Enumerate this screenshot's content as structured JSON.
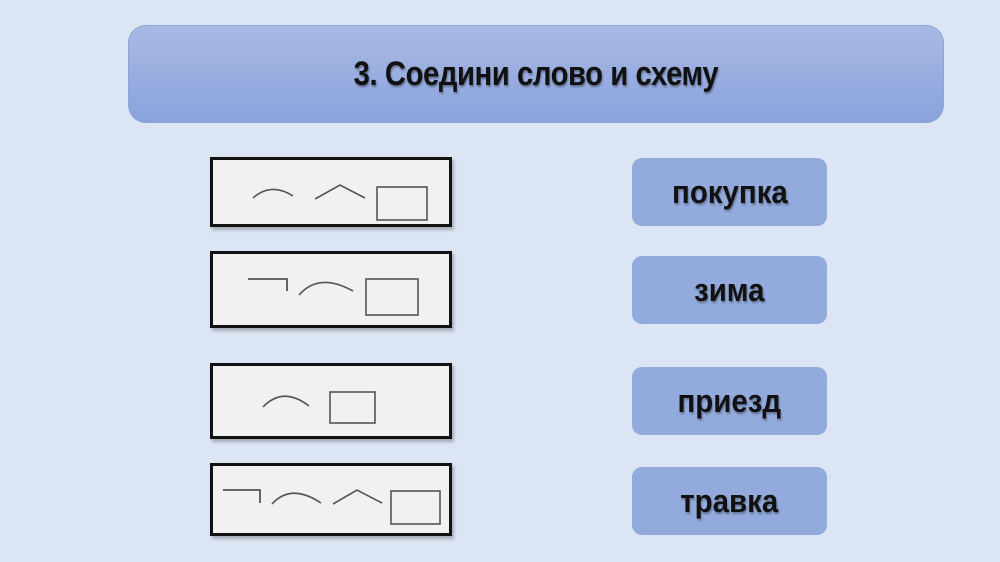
{
  "slide": {
    "title": "3. Соедини слово и схему",
    "colors": {
      "background": "#dce5f4",
      "title_box": "#98ade0",
      "word_button": "#92abdc",
      "schema_fill": "#f1f1f1",
      "schema_border": "#111111"
    }
  },
  "schemas": [
    {
      "id": 1,
      "parts": [
        "root-arc",
        "root-arc",
        "ending-box"
      ]
    },
    {
      "id": 2,
      "parts": [
        "prefix",
        "root-arc",
        "ending-box"
      ]
    },
    {
      "id": 3,
      "parts": [
        "root-arc",
        "ending-box"
      ]
    },
    {
      "id": 4,
      "parts": [
        "prefix",
        "root-arc",
        "suffix-caret",
        "ending-box"
      ]
    }
  ],
  "words": [
    {
      "label": "покупка"
    },
    {
      "label": "зима"
    },
    {
      "label": "приезд"
    },
    {
      "label": "травка"
    }
  ]
}
